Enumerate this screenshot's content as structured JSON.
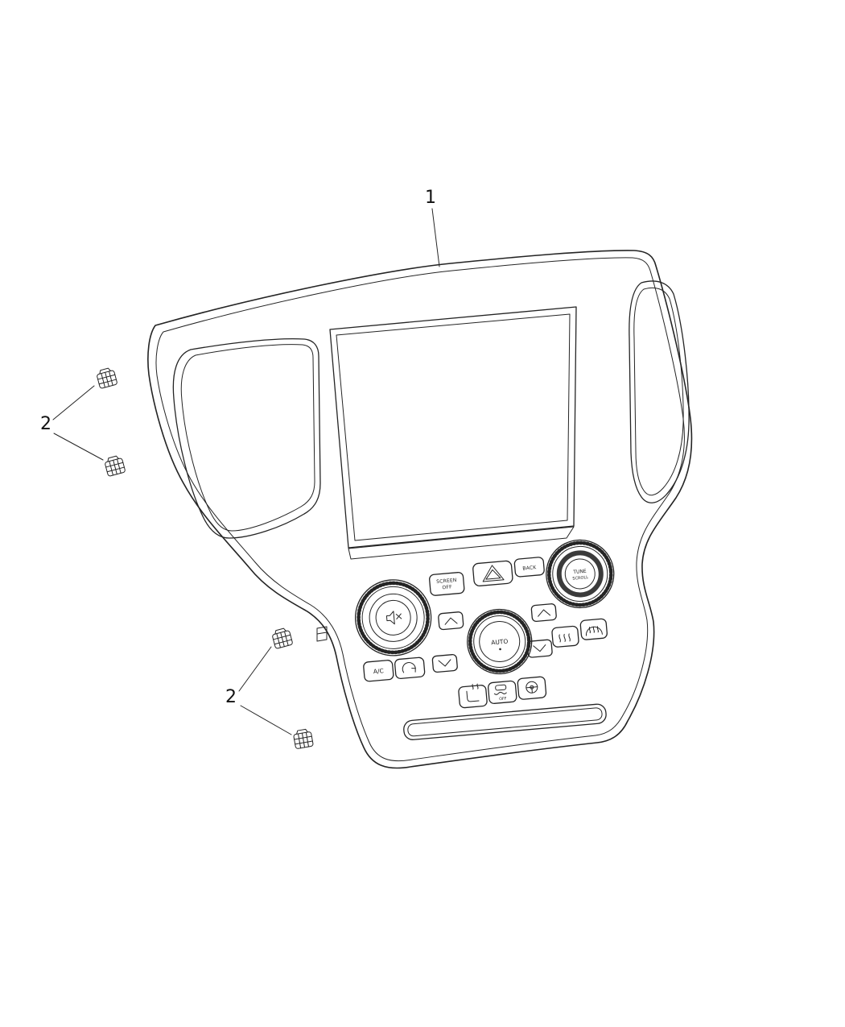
{
  "diagram": {
    "type": "parts-illustration",
    "background_color": "#ffffff",
    "line_color": "#242424",
    "subject": "center-stack-radio-climate-control-bezel"
  },
  "callouts": {
    "item1": "1",
    "item2_upper": "2",
    "item2_lower": "2"
  },
  "panel_labels": {
    "screen_off_line1": "SCREEN",
    "screen_off_line2": "OFF",
    "back": "BACK",
    "auto": "AUTO",
    "ac": "A/C",
    "esc_off": "OFF",
    "tune_line1": "TUNE",
    "tune_line2": "SCROLL"
  },
  "icons": {
    "mute": "speaker-mute-icon",
    "hazard": "hazard-triangle-icon",
    "temp_up_left": "chevron-up-icon",
    "temp_up_right": "chevron-up-icon",
    "temp_down_left": "chevron-down-icon",
    "temp_down_right": "chevron-down-icon",
    "recirculation": "recirculation-icon",
    "rear_defrost": "rear-defrost-icon",
    "front_defrost": "front-defrost-icon",
    "heated_seat": "heated-seat-icon",
    "esc": "esc-off-icon",
    "heated_steering_wheel": "heated-steering-icon"
  }
}
